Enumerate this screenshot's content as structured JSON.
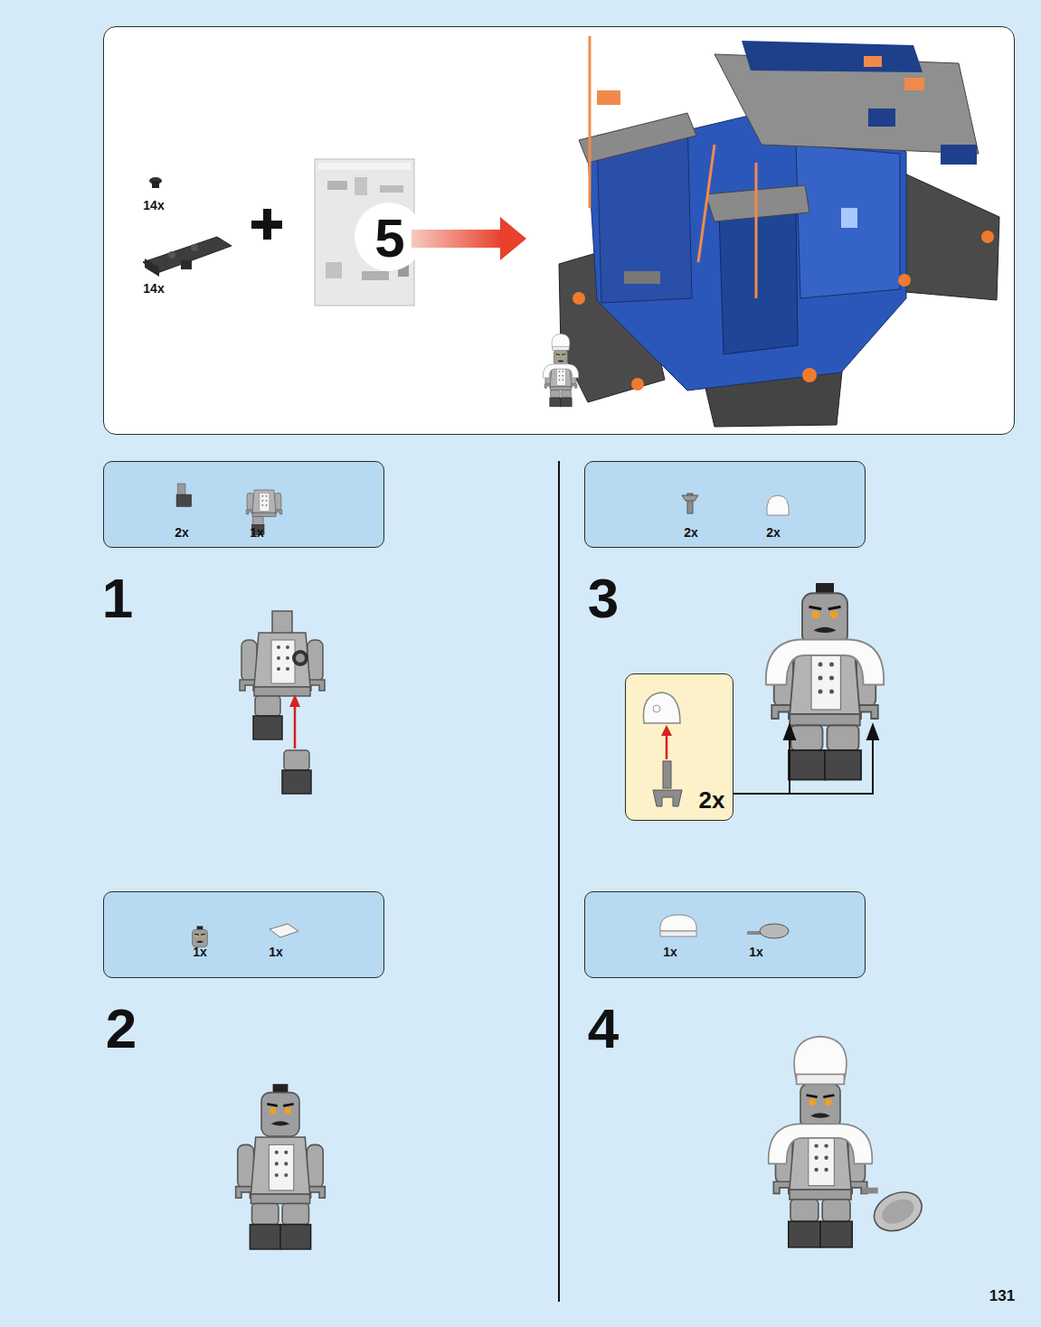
{
  "diagram": {
    "nodes": [
      {
        "text": [
          "14x",
          "14x",
          "5"
        ]
      },
      {
        "text": [
          "2x",
          "1x"
        ]
      },
      {
        "text": [
          "1x",
          "1x"
        ]
      },
      {
        "text": [
          "2x",
          "2x"
        ]
      },
      {
        "text": [
          "2x"
        ]
      },
      {
        "text": [
          "1x",
          "1x"
        ]
      }
    ],
    "labels": [
      "1",
      "2",
      "3",
      "4",
      "131"
    ]
  }
}
